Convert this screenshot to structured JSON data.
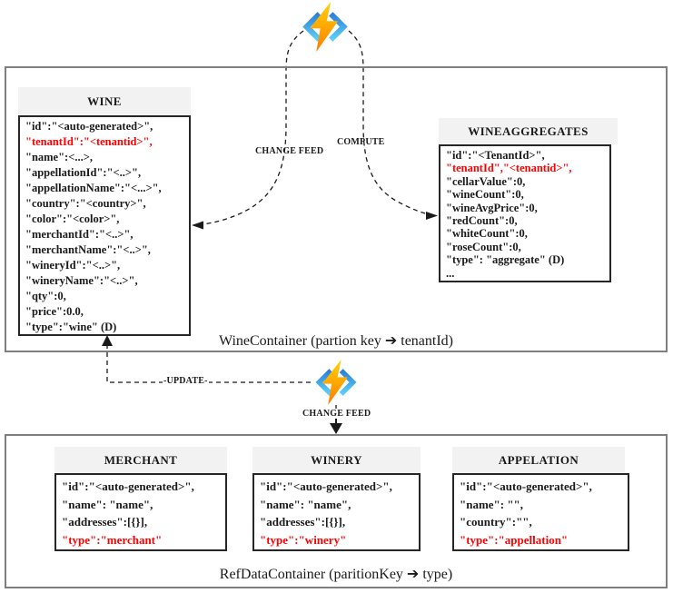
{
  "wine_container": {
    "caption": "WineContainer (partion key ➔ tenantId)",
    "wine": {
      "title": "WINE",
      "lines": [
        {
          "text": "\"id\":\"<auto-generated>\",",
          "red": false
        },
        {
          "text": "\"tenantId\":\"<tenantid>\",",
          "red": true
        },
        {
          "text": "\"name\":<...>,",
          "red": false
        },
        {
          "text": "\"appellationId\":\"<..>\",",
          "red": false
        },
        {
          "text": "\"appellationName\":\"<...>\",",
          "red": false
        },
        {
          "text": "\"country\":\"<country>\",",
          "red": false
        },
        {
          "text": "\"color\":\"<color>\",",
          "red": false
        },
        {
          "text": "\"merchantId\":\"<..>\",",
          "red": false
        },
        {
          "text": "\"merchantName\":\"<..>\",",
          "red": false
        },
        {
          "text": "\"wineryId\":\"<..>\",",
          "red": false
        },
        {
          "text": "\"wineryName\":\"<..>\",",
          "red": false
        },
        {
          "text": "\"qty\":0,",
          "red": false
        },
        {
          "text": "\"price\":0.0,",
          "red": false
        },
        {
          "text": "\"type\":\"wine\" (D)",
          "red": false
        }
      ]
    },
    "wineaggregates": {
      "title": "WINEAGGREGATES",
      "lines": [
        {
          "text": "\"id\":\"<TenantId>\",",
          "red": false
        },
        {
          "text": "\"tenantId\",\"<tenantid>\",",
          "red": true
        },
        {
          "text": "\"cellarValue\":0,",
          "red": false
        },
        {
          "text": "\"wineCount\":0,",
          "red": false
        },
        {
          "text": "\"wineAvgPrice\":0,",
          "red": false
        },
        {
          "text": "\"redCount\":0,",
          "red": false
        },
        {
          "text": "\"whiteCount\":0,",
          "red": false
        },
        {
          "text": "\"roseCount\":0,",
          "red": false
        },
        {
          "text": "\"type\": \"aggregate\" (D)",
          "red": false
        },
        {
          "text": "...",
          "red": false
        }
      ]
    }
  },
  "refdata_container": {
    "caption": "RefDataContainer (paritionKey ➔ type)",
    "merchant": {
      "title": "MERCHANT",
      "lines": [
        {
          "text": "\"id\":\"<auto-generated>\",",
          "red": false
        },
        {
          "text": "\"name\": \"name\",",
          "red": false
        },
        {
          "text": "\"addresses\":[{}],",
          "red": false
        },
        {
          "text": "\"type\":\"merchant\"",
          "red": true
        }
      ]
    },
    "winery": {
      "title": "WINERY",
      "lines": [
        {
          "text": "\"id\":\"<auto-generated>\",",
          "red": false
        },
        {
          "text": "\"name\": \"name\",",
          "red": false
        },
        {
          "text": "\"addresses\":[{}],",
          "red": false
        },
        {
          "text": "\"type\":\"winery\"",
          "red": true
        }
      ]
    },
    "appelation": {
      "title": "APPELATION",
      "lines": [
        {
          "text": "\"id\":\"<auto-generated>\",",
          "red": false
        },
        {
          "text": "\"name\": \"\",",
          "red": false
        },
        {
          "text": "\"country\":\"\",",
          "red": false
        },
        {
          "text": "\"type\":\"appellation\"",
          "red": true
        }
      ]
    }
  },
  "flow_labels": {
    "change_feed_top": "CHANGE FEED",
    "compute": "COMPUTE",
    "update": "-UPDATE-",
    "change_feed_bottom": "CHANGE FEED"
  },
  "icons": {
    "top": "azure-functions",
    "middle": "azure-functions"
  },
  "colors": {
    "red_text": "#ff0000",
    "header_bg": "#f2f2f2",
    "container_border": "#7f7f7f",
    "inner_border": "#262626",
    "bolt_yellow": "#ffd20a",
    "bolt_orange": "#ff7a00",
    "bracket_blue": "#2b7fd9",
    "bracket_cyan": "#5cd1f6"
  }
}
